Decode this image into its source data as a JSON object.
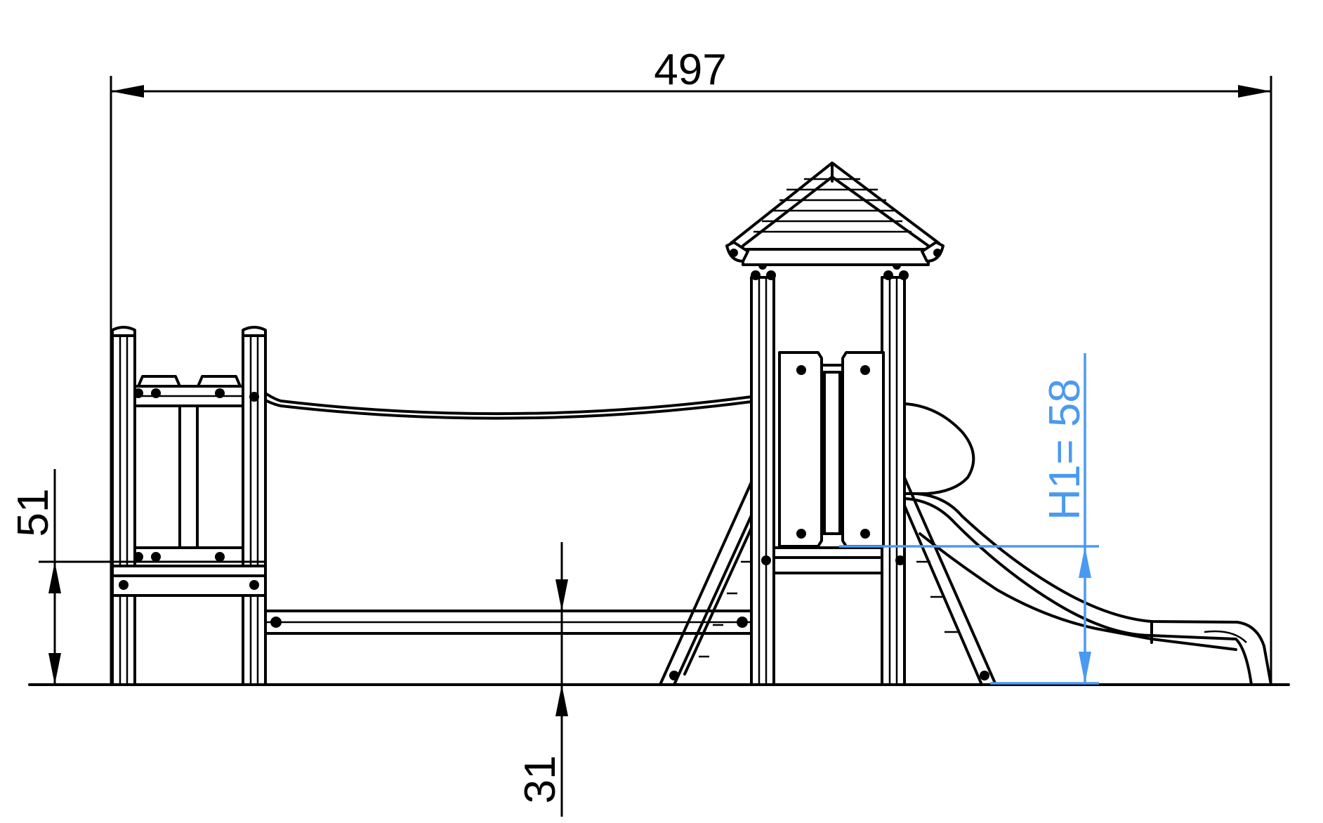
{
  "dimensions": {
    "overall_width": "497",
    "platform_height": "51",
    "bridge_clearance": "31",
    "fall_height": "H1= 58"
  },
  "colors": {
    "line": "#000000",
    "accent": "#4a9af0",
    "background": "#ffffff"
  }
}
